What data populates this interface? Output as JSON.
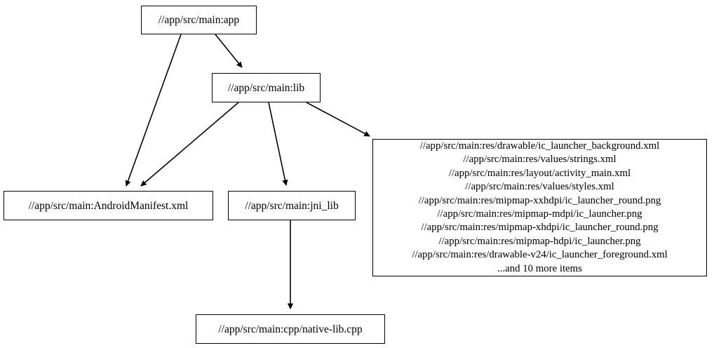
{
  "graph": {
    "type": "directed-dependency-graph",
    "background_color": "#ffffff",
    "node_border_color": "#000000",
    "edge_color": "#000000",
    "nodes": [
      {
        "id": "app",
        "label": "//app/src/main:app"
      },
      {
        "id": "lib",
        "label": "//app/src/main:lib"
      },
      {
        "id": "manifest",
        "label": "//app/src/main:AndroidManifest.xml"
      },
      {
        "id": "jni_lib",
        "label": "//app/src/main:jni_lib"
      },
      {
        "id": "native_lib",
        "label": "//app/src/main:cpp/native-lib.cpp"
      },
      {
        "id": "resources",
        "label": "//app/src/main:res/drawable/ic_launcher_background.xml\n//app/src/main:res/values/strings.xml\n//app/src/main:res/layout/activity_main.xml\n//app/src/main:res/values/styles.xml\n//app/src/main:res/mipmap-xxhdpi/ic_launcher_round.png\n//app/src/main:res/mipmap-mdpi/ic_launcher.png\n//app/src/main:res/mipmap-xhdpi/ic_launcher_round.png\n//app/src/main:res/mipmap-hdpi/ic_launcher.png\n//app/src/main:res/drawable-v24/ic_launcher_foreground.xml\n...and 10 more items",
        "lines": [
          "//app/src/main:res/drawable/ic_launcher_background.xml",
          "//app/src/main:res/values/strings.xml",
          "//app/src/main:res/layout/activity_main.xml",
          "//app/src/main:res/values/styles.xml",
          "//app/src/main:res/mipmap-xxhdpi/ic_launcher_round.png",
          "//app/src/main:res/mipmap-mdpi/ic_launcher.png",
          "//app/src/main:res/mipmap-xhdpi/ic_launcher_round.png",
          "//app/src/main:res/mipmap-hdpi/ic_launcher.png",
          "//app/src/main:res/drawable-v24/ic_launcher_foreground.xml",
          "...and 10 more items"
        ]
      }
    ],
    "edges": [
      {
        "from": "app",
        "to": "manifest"
      },
      {
        "from": "app",
        "to": "lib"
      },
      {
        "from": "lib",
        "to": "manifest"
      },
      {
        "from": "lib",
        "to": "jni_lib"
      },
      {
        "from": "lib",
        "to": "resources"
      },
      {
        "from": "jni_lib",
        "to": "native_lib"
      }
    ]
  }
}
